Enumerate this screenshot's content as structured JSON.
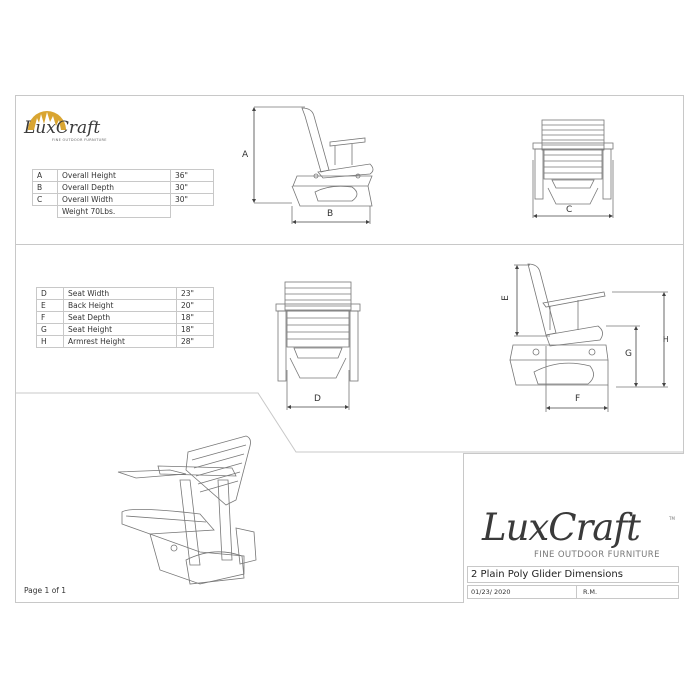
{
  "brand": {
    "name": "LuxCraft",
    "tagline": "FINE OUTDOOR FURNITURE",
    "trademark": "TM",
    "colors": {
      "gold": "#D9A531",
      "text": "#3a3a3a",
      "border": "#c8c8c8"
    }
  },
  "overall_table": {
    "rows": [
      {
        "key": "A",
        "label": "Overall Height",
        "value": "36\""
      },
      {
        "key": "B",
        "label": "Overall Depth",
        "value": "30\""
      },
      {
        "key": "C",
        "label": "Overall Width",
        "value": "30\""
      }
    ],
    "weight": "Weight 70Lbs."
  },
  "detail_table": {
    "rows": [
      {
        "key": "D",
        "label": "Seat Width",
        "value": "23\""
      },
      {
        "key": "E",
        "label": "Back Height",
        "value": "20\""
      },
      {
        "key": "F",
        "label": "Seat Depth",
        "value": "18\""
      },
      {
        "key": "G",
        "label": "Seat Height",
        "value": "18\""
      },
      {
        "key": "H",
        "label": "Armrest Height",
        "value": "28\""
      }
    ]
  },
  "dimension_labels": {
    "A": "A",
    "B": "B",
    "C": "C",
    "D": "D",
    "E": "E",
    "F": "F",
    "G": "G",
    "H": "H"
  },
  "title_block": {
    "title": "2 Plain Poly Glider Dimensions",
    "date": "01/23/ 2020",
    "initials": "R.M."
  },
  "footer": {
    "page": "Page 1 of 1"
  }
}
